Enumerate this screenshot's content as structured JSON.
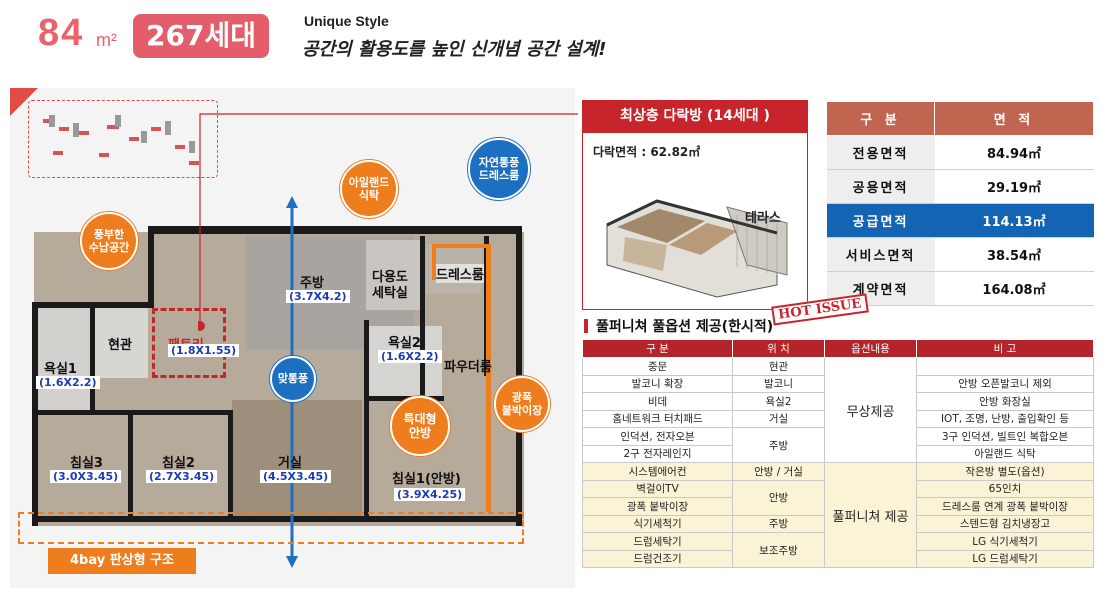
{
  "header": {
    "area": "84",
    "unit": "m²",
    "households": "267세대",
    "style": "Unique Style",
    "slogan": "공간의 활용도를 높인 신개념 공간 설계!"
  },
  "plan": {
    "rooms": [
      {
        "key": "entrance",
        "label": "현관"
      },
      {
        "key": "pantry",
        "label": "팬트리",
        "dim": "(1.8X1.55)"
      },
      {
        "key": "kitchen",
        "label": "주방",
        "dim": "(3.7X4.2)"
      },
      {
        "key": "utility",
        "label": "다용도\n세탁실"
      },
      {
        "key": "dressroom",
        "label": "드레스룸"
      },
      {
        "key": "bath2",
        "label": "욕실2",
        "dim": "(1.6X2.2)"
      },
      {
        "key": "powder",
        "label": "파우더룸"
      },
      {
        "key": "bath1",
        "label": "욕실1",
        "dim": "(1.6X2.2)"
      },
      {
        "key": "bed3",
        "label": "침실3",
        "dim": "(3.0X3.45)"
      },
      {
        "key": "bed2",
        "label": "침실2",
        "dim": "(2.7X3.45)"
      },
      {
        "key": "living",
        "label": "거실",
        "dim": "(4.5X3.45)"
      },
      {
        "key": "bed1",
        "label": "침실1(안방)",
        "dim": "(3.9X4.25)"
      }
    ],
    "callouts": {
      "storage": "풍부한\n수납공간",
      "island": "아일랜드\n식탁",
      "natural_vent": "자연통풍\n드레스룸",
      "cross_vent": "맞통풍",
      "master": "특대형\n안방",
      "closet": "광폭\n붙박이장"
    },
    "bay_label": "4bay 판상형 구조"
  },
  "attic": {
    "title": "최상층 다락방 (14세대 )",
    "area_label": "다락면적 :  62.82㎡",
    "terrace": "테라스"
  },
  "area_table": {
    "headers": [
      "구 분",
      "면 적"
    ],
    "rows": [
      {
        "label": "전용면적",
        "value": "84.94㎡"
      },
      {
        "label": "공용면적",
        "value": "29.19㎡"
      },
      {
        "label": "공급면적",
        "value": "114.13㎡",
        "highlight": true
      },
      {
        "label": "서비스면적",
        "value": "38.54㎡"
      },
      {
        "label": "계약면적",
        "value": "164.08㎡"
      }
    ]
  },
  "furniture": {
    "title": "풀퍼니쳐 풀옵션 제공(한시적)",
    "badge": "HOT ISSUE",
    "headers": [
      "구 분",
      "위 치",
      "옵션내용",
      "비 고"
    ],
    "free_label": "무상제공",
    "full_label": "풀퍼니쳐 제공",
    "rows": [
      {
        "item": "중문",
        "loc": "현관",
        "note": ""
      },
      {
        "item": "발코니 확장",
        "loc": "발코니",
        "note": "안방 오픈발코니 제외"
      },
      {
        "item": "비데",
        "loc": "욕실2",
        "note": "안방 화장실"
      },
      {
        "item": "홈네트워크 터치패드",
        "loc": "거실",
        "note": "IOT, 조명, 난방, 출입확인 등"
      },
      {
        "item": "인덕션, 전자오븐",
        "loc": "주방",
        "note": "3구 인덕션, 빌트인 복합오븐"
      },
      {
        "item": "2구 전자레인지",
        "loc": "",
        "note": "아일랜드 식탁"
      },
      {
        "item": "시스템에어컨",
        "loc": "안방 / 거실",
        "note": "작은방 별도(옵션)"
      },
      {
        "item": "벽걸이TV",
        "loc": "안방",
        "note": "65인치"
      },
      {
        "item": "광폭 붙박이장",
        "loc": "",
        "note": "드레스룸 연계 광폭 붙박이장"
      },
      {
        "item": "식기세척기",
        "loc": "주방",
        "note": "스텐드형 김치냉장고"
      },
      {
        "item": "드럼세탁기",
        "loc": "보조주방",
        "note": "LG 식기세척기"
      },
      {
        "item": "드럼건조기",
        "loc": "",
        "note": "LG 드럼세탁기"
      }
    ]
  },
  "colors": {
    "accent_red": "#c8242b",
    "accent_orange": "#ee7d1e",
    "accent_blue": "#1464b4",
    "area_pink": "#e8646a"
  }
}
